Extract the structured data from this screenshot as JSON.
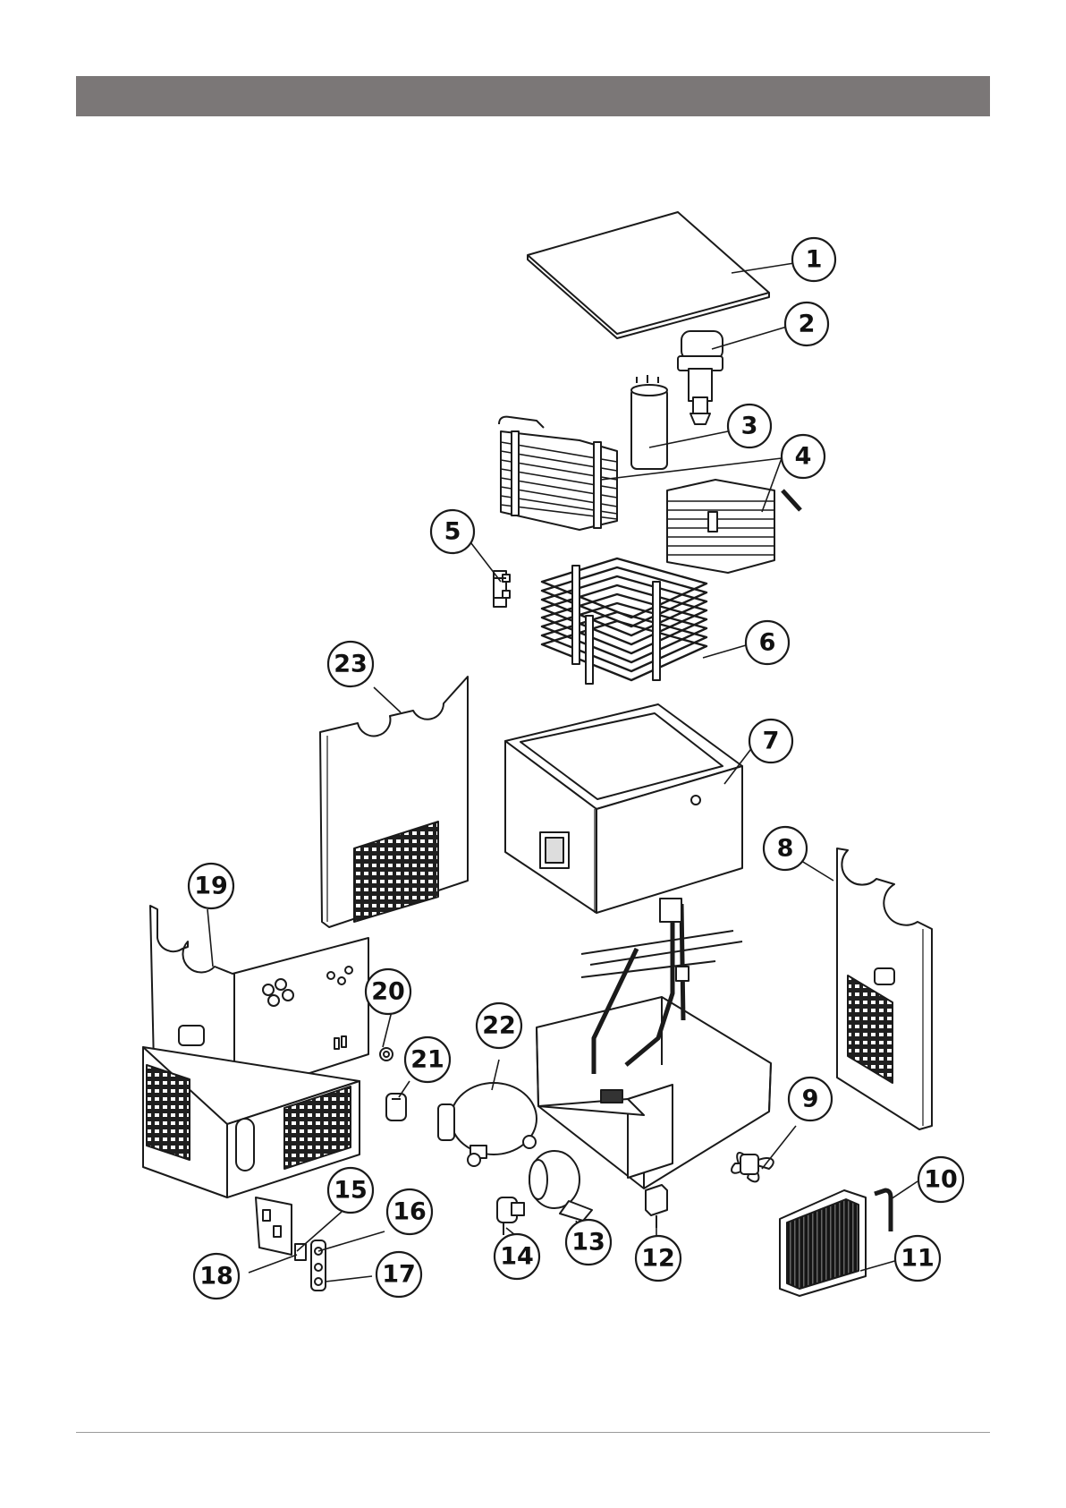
{
  "header": {
    "title": ""
  },
  "colors": {
    "header_bar": "#7b7777",
    "line": "#1a1a1a",
    "part_fill": "#ffffff",
    "dark": "#2a2a2a"
  },
  "callouts": [
    "1",
    "2",
    "3",
    "4",
    "5",
    "6",
    "7",
    "8",
    "9",
    "10",
    "11",
    "12",
    "13",
    "14",
    "15",
    "16",
    "17",
    "18",
    "19",
    "20",
    "21",
    "22",
    "23"
  ]
}
